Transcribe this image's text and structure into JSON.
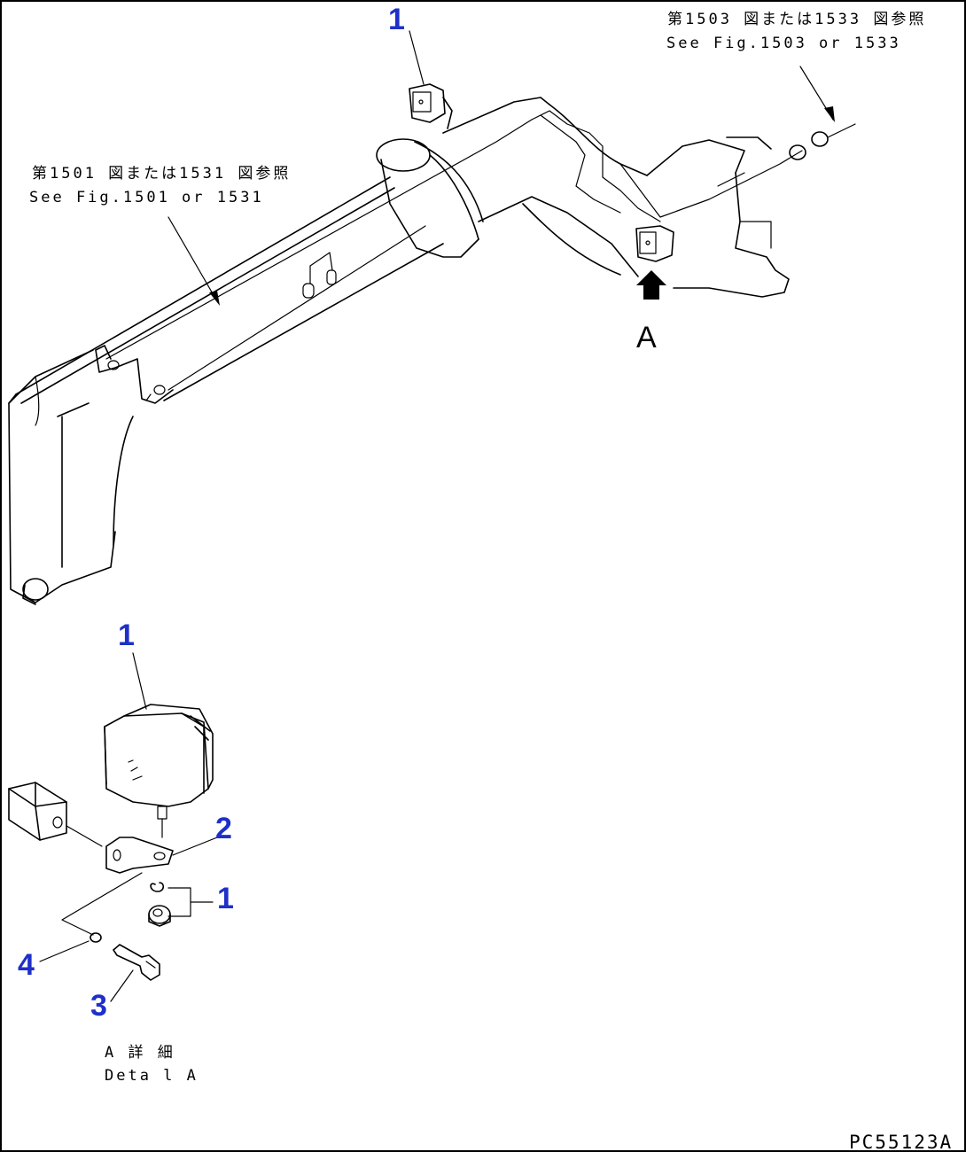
{
  "references": {
    "top_right_jp": "第1503 図または1533 図参照",
    "top_right_en": "See Fig.1503 or 1533",
    "left_jp": "第1501 図または1531 図参照",
    "left_en": "See Fig.1501 or 1531"
  },
  "view_marker": "A",
  "callouts": [
    "1",
    "1",
    "2",
    "1",
    "4",
    "3"
  ],
  "detail_caption_jp": "A 詳 細",
  "detail_caption_en": "Deta l A",
  "drawing_code": "PC55123A"
}
